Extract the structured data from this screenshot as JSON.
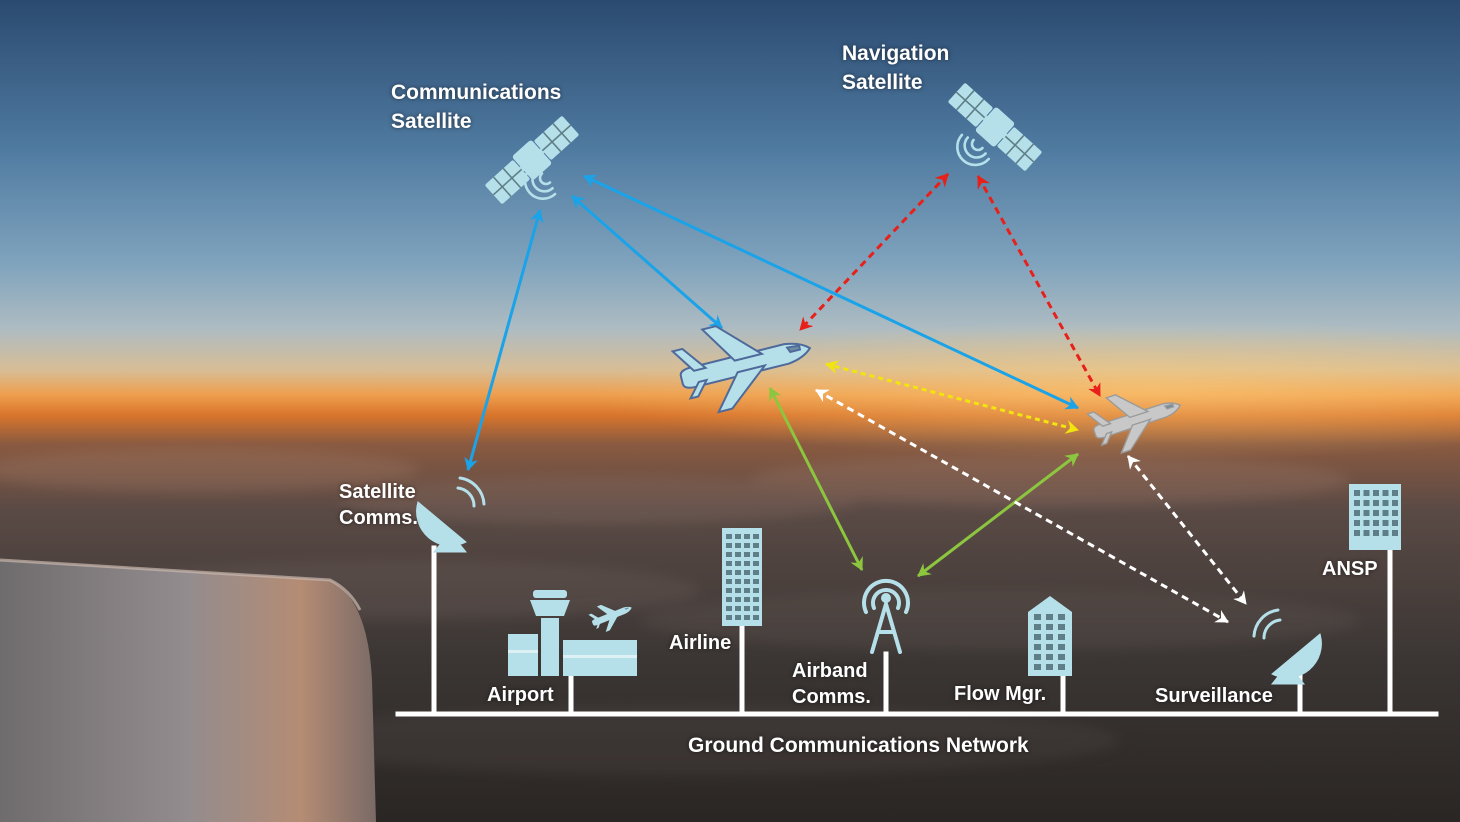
{
  "labels": {
    "comm_satellite": "Communications\nSatellite",
    "nav_satellite": "Navigation\nSatellite",
    "satellite_comms": "Satellite\nComms.",
    "airport": "Airport",
    "airline": "Airline",
    "airband_comms": "Airband\nComms.",
    "flow_mgr": "Flow Mgr.",
    "surveillance": "Surveillance",
    "ansp": "ANSP",
    "ground_network": "Ground Communications Network"
  },
  "link_colors": {
    "satellite_comm": "#1aa3e8",
    "navigation": "#e8201a",
    "aircraft_to_aircraft": "#f2e40f",
    "airband": "#8cc63f",
    "surveillance": "#ffffff"
  },
  "icon_color": "#b5e0ea",
  "icons": [
    "communications-satellite-icon",
    "navigation-satellite-icon",
    "aircraft-icon",
    "satellite-dish-icon",
    "control-tower-icon",
    "office-building-icon",
    "radio-tower-icon",
    "radar-dish-icon"
  ]
}
